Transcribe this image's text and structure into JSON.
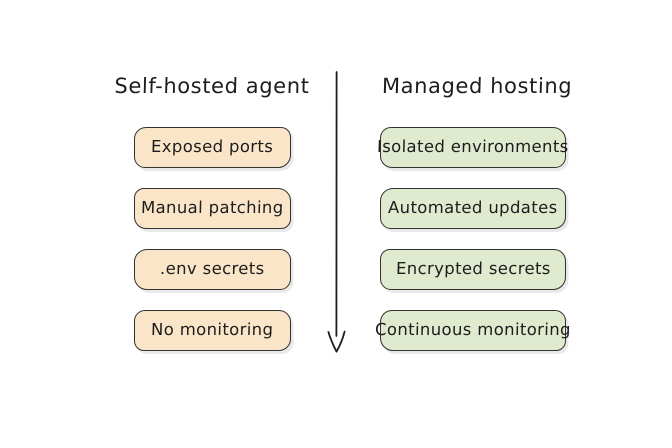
{
  "diagram": {
    "background_color": "#ffffff",
    "columns": [
      {
        "id": "self-hosted",
        "heading": "Self-hosted agent",
        "fill_color": "#fae5c8",
        "border_color": "#30332f",
        "items": [
          {
            "label": "Exposed ports"
          },
          {
            "label": "Manual patching"
          },
          {
            "label": ".env secrets"
          },
          {
            "label": "No monitoring"
          }
        ]
      },
      {
        "id": "managed-hosting",
        "heading": "Managed hosting",
        "fill_color": "#dfeacf",
        "border_color": "#30332f",
        "items": [
          {
            "label": "Isolated environments"
          },
          {
            "label": "Automated updates"
          },
          {
            "label": "Encrypted secrets"
          },
          {
            "label": "Continuous monitoring"
          }
        ]
      }
    ],
    "arrow": {
      "name": "downward-arrow",
      "direction": "down",
      "color": "#1d1d1d"
    }
  }
}
